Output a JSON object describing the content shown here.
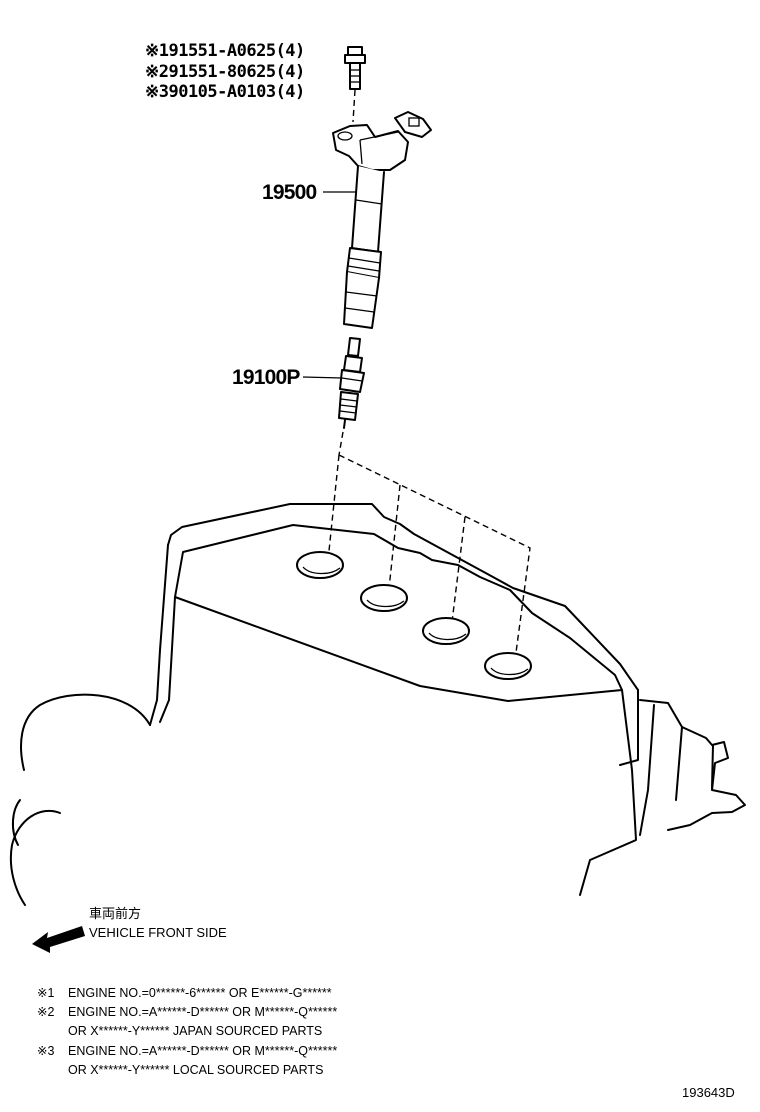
{
  "callouts": [
    {
      "id": "bolt_1",
      "text": "※191551-A0625(4)"
    },
    {
      "id": "bolt_2",
      "text": "※291551-80625(4)"
    },
    {
      "id": "bolt_3",
      "text": "※390105-A0103(4)"
    }
  ],
  "parts": {
    "ignition_coil": "19500",
    "spark_plug": "19100P"
  },
  "direction": {
    "label_jp": "車両前方",
    "label_en": "VEHICLE FRONT SIDE"
  },
  "notes": [
    {
      "mark": "※1",
      "lines": [
        "ENGINE NO.=0******-6****** OR E******-G******"
      ]
    },
    {
      "mark": "※2",
      "lines": [
        "ENGINE NO.=A******-D****** OR M******-Q******",
        "OR X******-Y****** JAPAN SOURCED PARTS"
      ]
    },
    {
      "mark": "※3",
      "lines": [
        "ENGINE NO.=A******-D****** OR M******-Q******",
        "OR X******-Y****** LOCAL SOURCED PARTS"
      ]
    }
  ],
  "figure_id": "193643D"
}
